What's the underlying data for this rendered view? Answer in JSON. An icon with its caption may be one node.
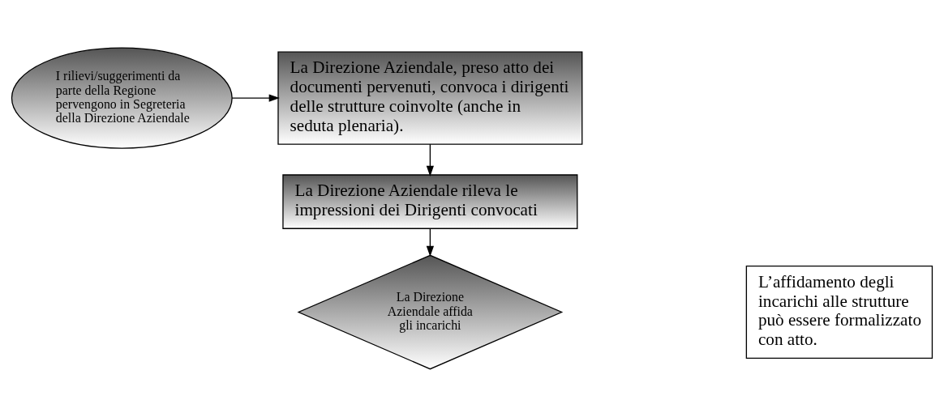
{
  "diagram": {
    "nodes": [
      {
        "text": [
          "I rilievi/suggerimenti da parte della Regione pervengono in Segreteria della Direzione Aziendale"
        ]
      },
      {
        "text": [
          "La Direzione Aziendale, preso atto dei documenti pervenuti, convoca i dirigenti delle strutture coinvolte (anche in seduta plenaria)."
        ]
      },
      {
        "text": [
          "La Direzione Aziendale rileva le impressioni dei Dirigenti convocati"
        ]
      },
      {
        "text": [
          "La Direzione Aziendale affida gli incarichi"
        ]
      },
      {
        "text": [
          "L’affidamento degli incarichi alle strutture può essere formalizzato con atto."
        ]
      }
    ],
    "edges": [
      {
        "from": 0,
        "to": 1,
        "arrow": "to"
      },
      {
        "from": 1,
        "to": 2,
        "arrow": "to"
      },
      {
        "from": 2,
        "to": 3,
        "arrow": "to"
      }
    ]
  }
}
